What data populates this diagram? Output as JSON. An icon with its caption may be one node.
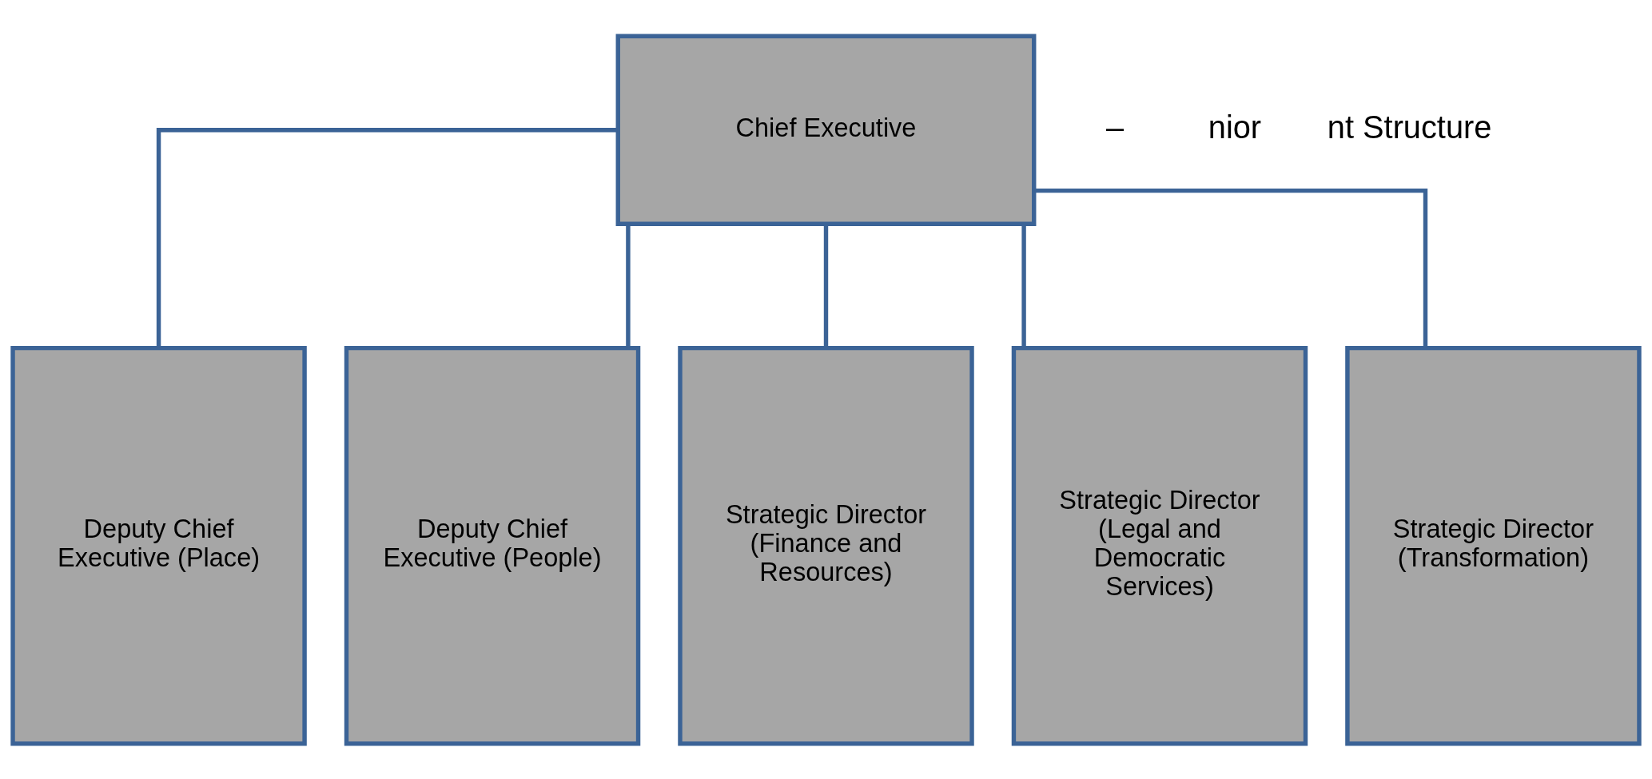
{
  "diagram": {
    "nodes": [
      {
        "text": [
          "Chief Executive"
        ]
      },
      {
        "text": [
          "Deputy Chief Executive (Place)"
        ]
      },
      {
        "text": [
          "Deputy Chief Executive (People)"
        ]
      },
      {
        "text": [
          "Strategic Director (Finance and Resources)"
        ]
      },
      {
        "text": [
          "Strategic Director (Legal and Democratic Services)"
        ]
      },
      {
        "text": [
          "Strategic Director (Transformation)"
        ]
      }
    ],
    "edges": [
      {
        "from": 0,
        "to": 1,
        "arrow": "none"
      },
      {
        "from": 0,
        "to": 2,
        "arrow": "none"
      },
      {
        "from": 0,
        "to": 3,
        "arrow": "none"
      },
      {
        "from": 0,
        "to": 4,
        "arrow": "none"
      },
      {
        "from": 0,
        "to": 5,
        "arrow": "none"
      }
    ],
    "labels": [
      "–",
      "nior",
      "nt Structure"
    ]
  }
}
